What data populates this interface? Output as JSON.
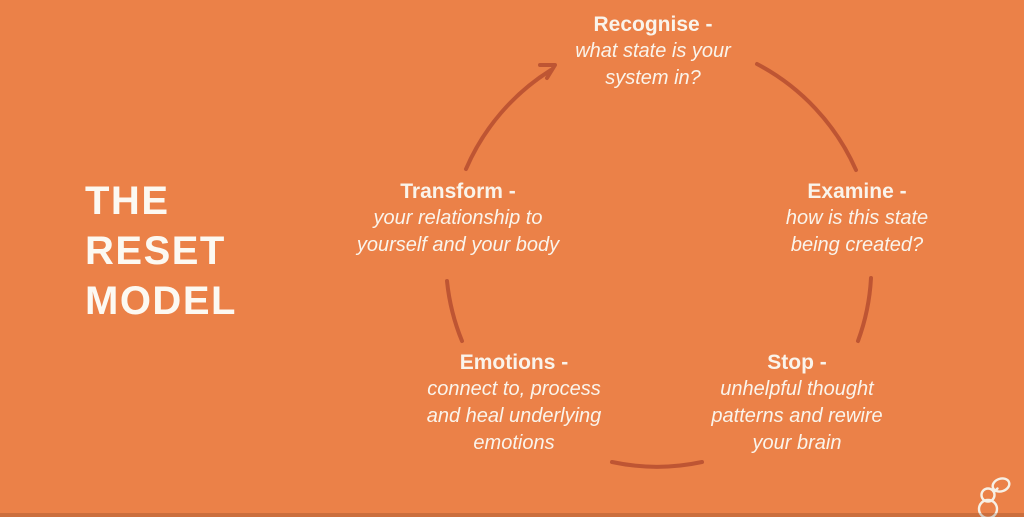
{
  "colors": {
    "background": "#EB8148",
    "arc": "#BE5533",
    "text": "#FAF4EB",
    "title": "#FCF9F2",
    "logo": "#F7F0E5"
  },
  "title": {
    "lines": [
      "THE",
      "RESET",
      "MODEL"
    ]
  },
  "nodes": [
    {
      "id": "recognise",
      "label": "Recognise -",
      "description": "what state is your\nsystem in?"
    },
    {
      "id": "examine",
      "label": "Examine -",
      "description": "how is this state\nbeing created?"
    },
    {
      "id": "stop",
      "label": "Stop -",
      "description": "unhelpful thought\npatterns and rewire\nyour brain"
    },
    {
      "id": "emotions",
      "label": "Emotions -",
      "description": "connect to, process\nand heal underlying\nemotions"
    },
    {
      "id": "transform",
      "label": "Transform -",
      "description": "your relationship to\nyourself and your body"
    }
  ],
  "icons": {
    "arrowhead": "arrow-up-right",
    "logo": "person-with-speech-bubble"
  }
}
